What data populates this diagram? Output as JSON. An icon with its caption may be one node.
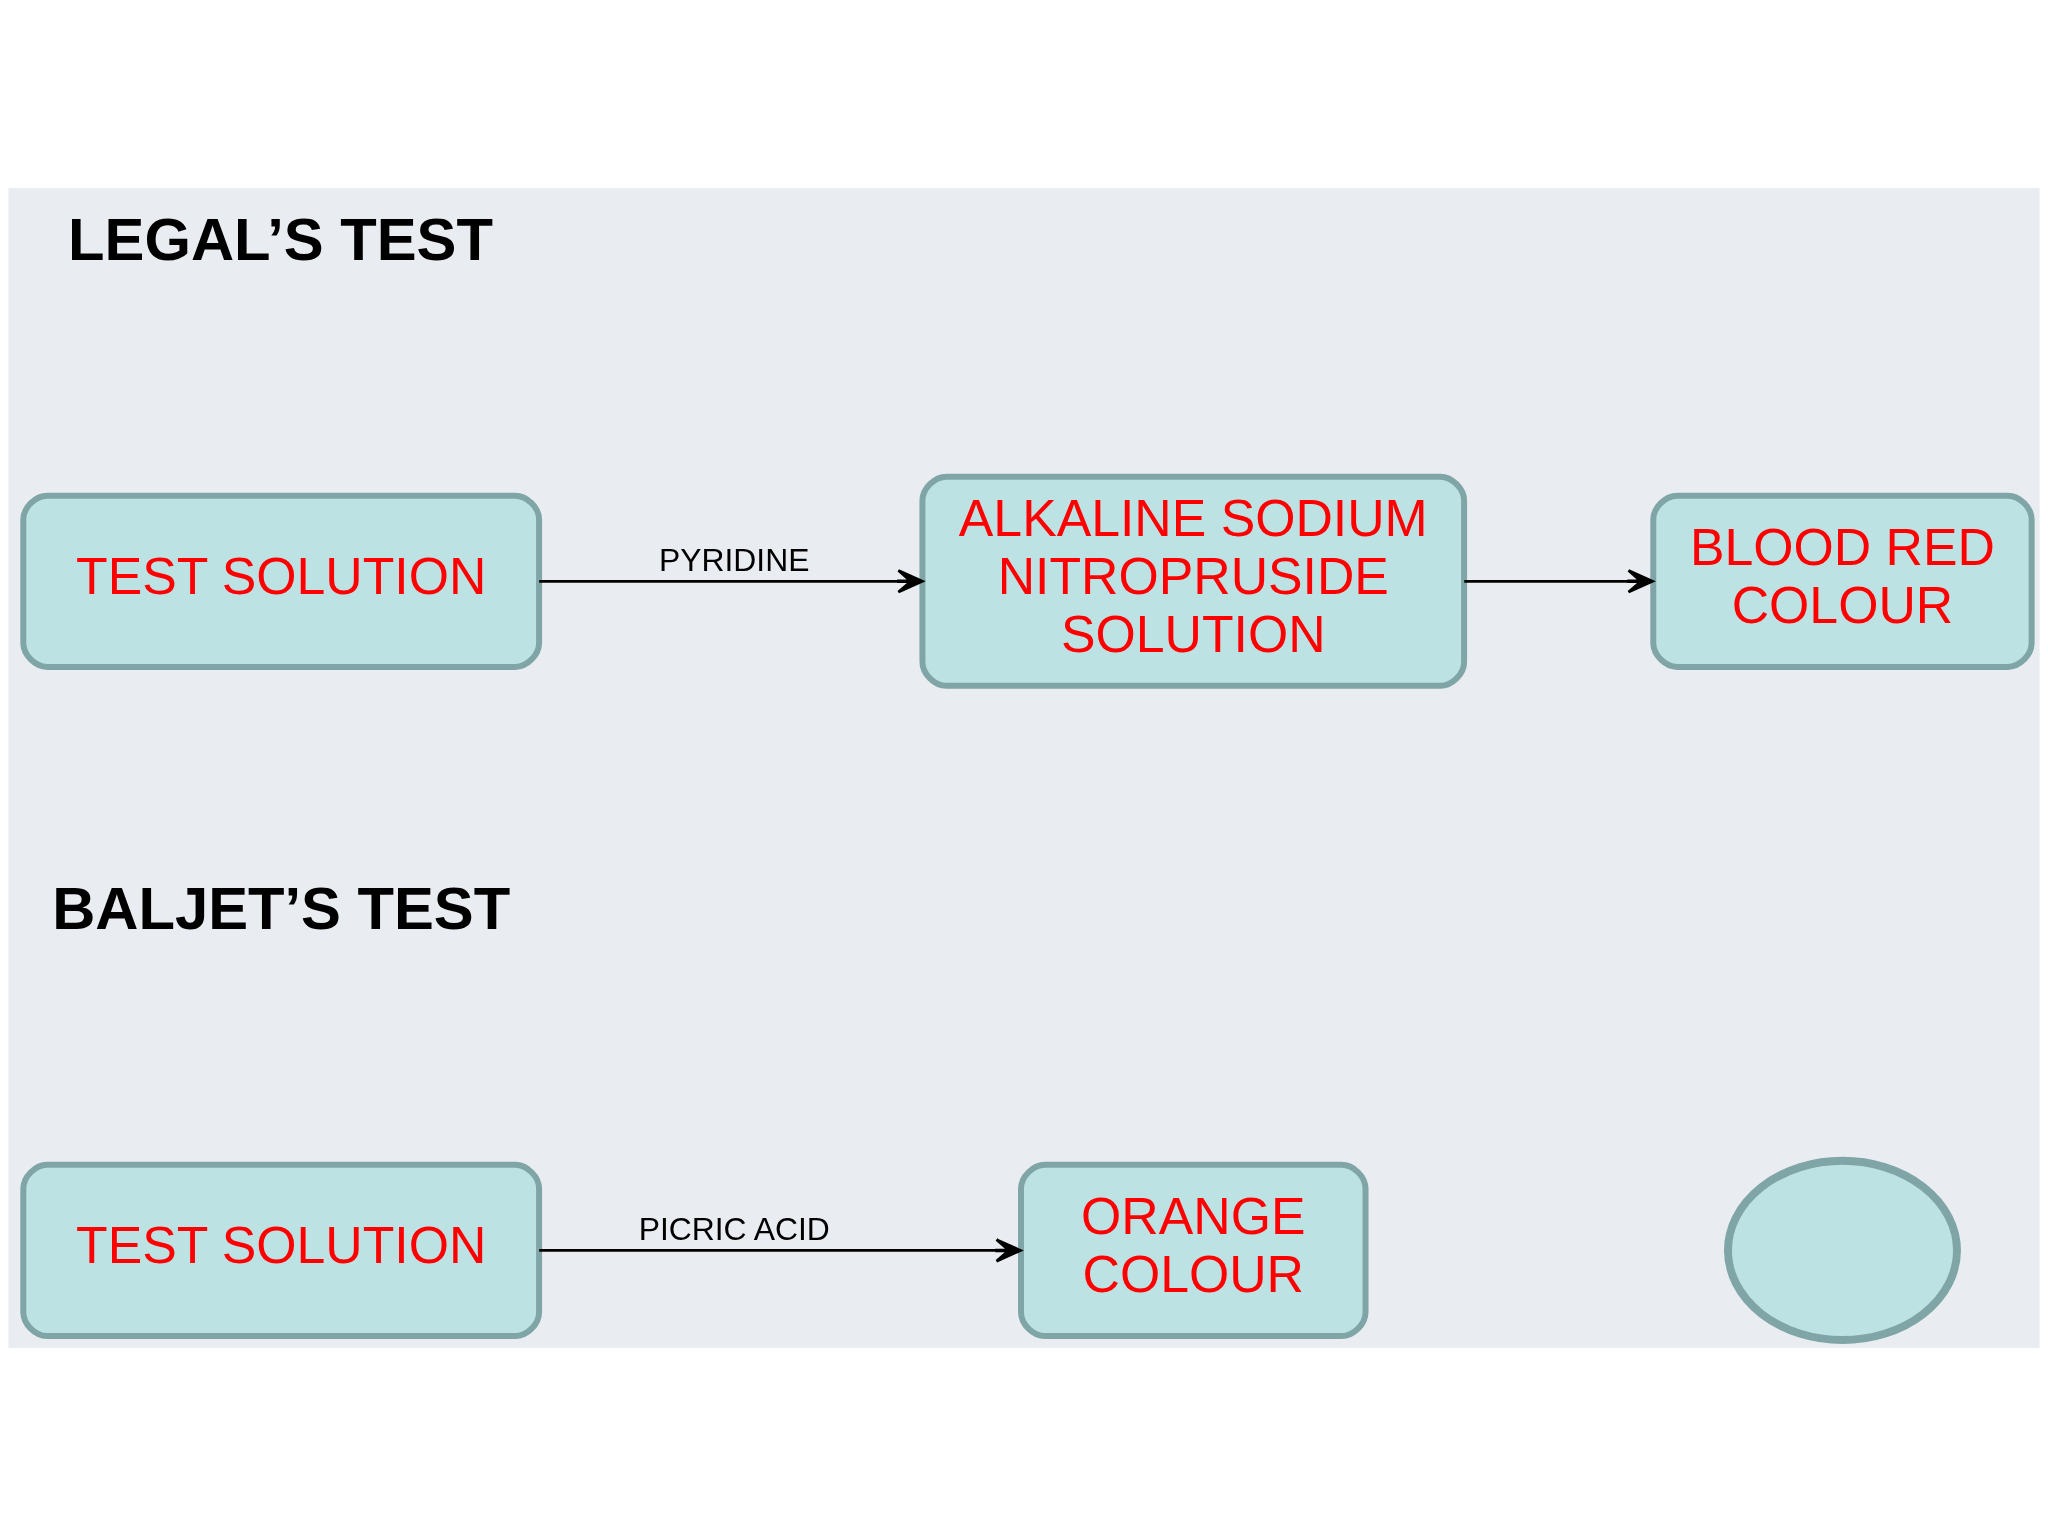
{
  "diagram": {
    "nodes": [
      {
        "text": [
          "TEST SOLUTION"
        ]
      },
      {
        "text": [
          "ALKALINE SODIUM NITROPRUSIDE SOLUTION"
        ]
      },
      {
        "text": [
          "BLOOD RED COLOUR"
        ]
      },
      {
        "text": [
          "TEST SOLUTION"
        ]
      },
      {
        "text": [
          "ORANGE COLOUR"
        ]
      },
      {
        "text": [],
        "shape": "circle"
      }
    ],
    "edges": [
      {
        "from": 0,
        "to": 1,
        "arrow": "to",
        "label": "PYRIDINE"
      },
      {
        "from": 1,
        "to": 2,
        "arrow": "to"
      },
      {
        "from": 3,
        "to": 4,
        "arrow": "to",
        "label": "PICRIC ACID"
      }
    ],
    "labels": [
      "LEGAL’S TEST",
      "BALJET’S TEST"
    ]
  }
}
